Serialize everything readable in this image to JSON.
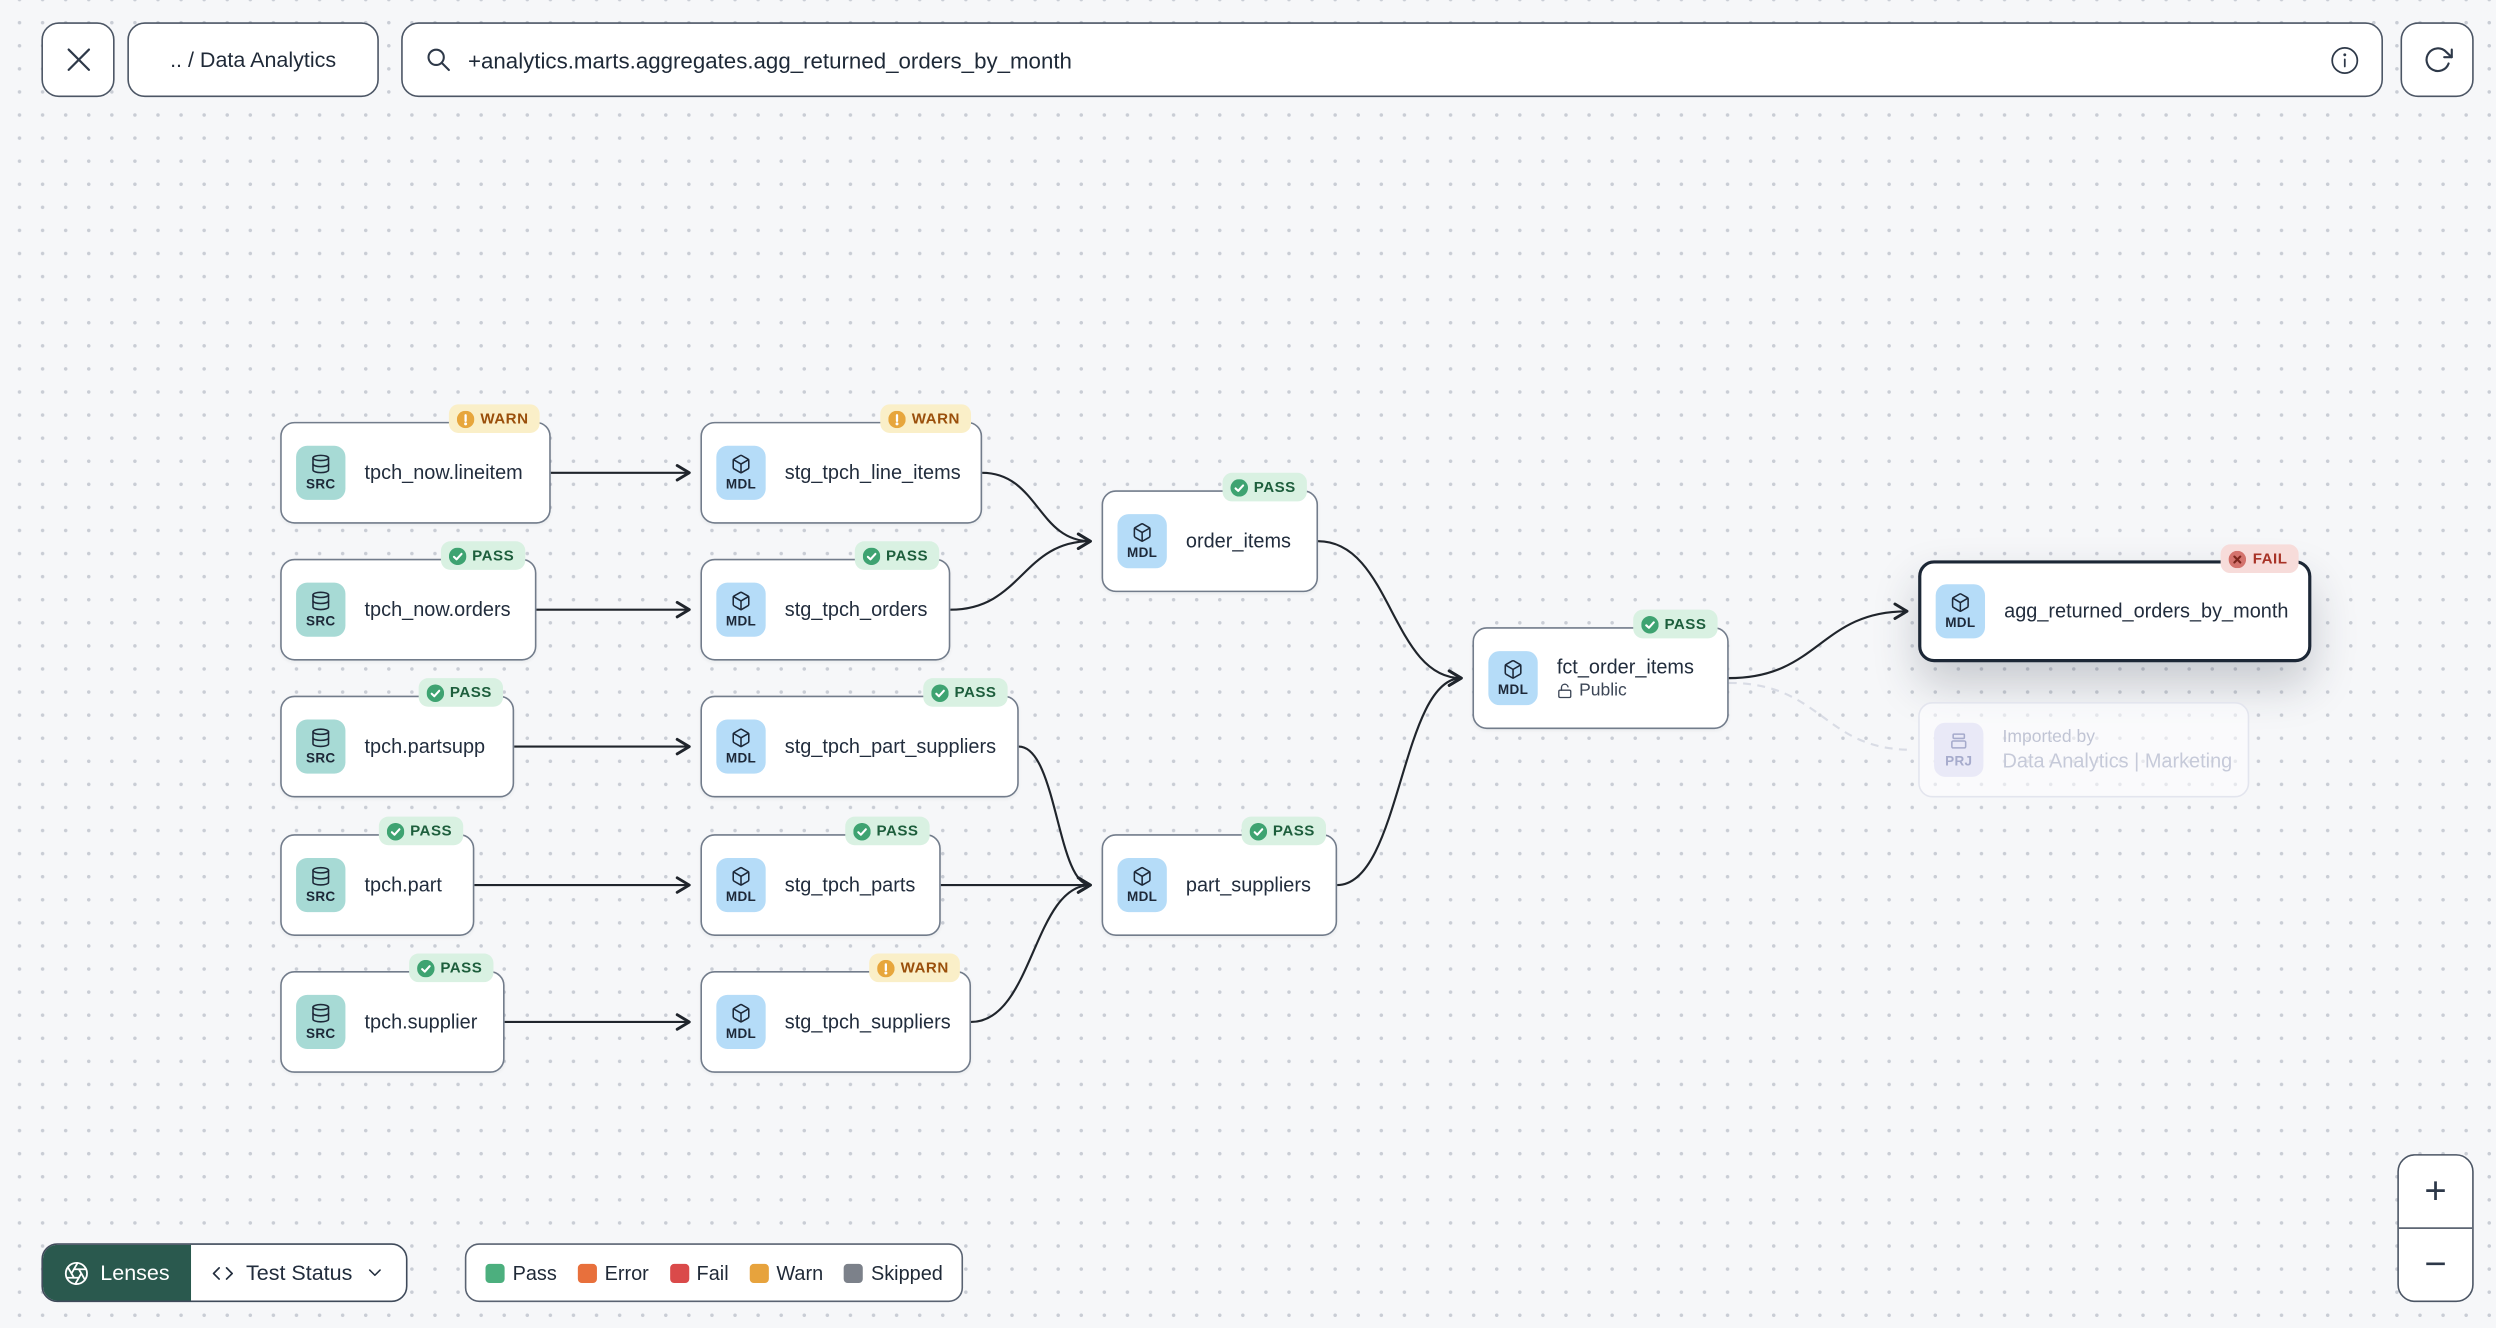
{
  "topbar": {
    "breadcrumb": ".. / Data Analytics",
    "search_value": "+analytics.marts.aggregates.agg_returned_orders_by_month"
  },
  "graph": {
    "nodes": [
      {
        "label": "tpch_now.lineitem",
        "type": "SRC",
        "status": "WARN"
      },
      {
        "label": "tpch_now.orders",
        "type": "SRC",
        "status": "PASS"
      },
      {
        "label": "tpch.partsupp",
        "type": "SRC",
        "status": "PASS"
      },
      {
        "label": "tpch.part",
        "type": "SRC",
        "status": "PASS"
      },
      {
        "label": "tpch.supplier",
        "type": "SRC",
        "status": "PASS"
      },
      {
        "label": "stg_tpch_line_items",
        "type": "MDL",
        "status": "WARN"
      },
      {
        "label": "stg_tpch_orders",
        "type": "MDL",
        "status": "PASS"
      },
      {
        "label": "stg_tpch_part_suppliers",
        "type": "MDL",
        "status": "PASS"
      },
      {
        "label": "stg_tpch_parts",
        "type": "MDL",
        "status": "PASS"
      },
      {
        "label": "stg_tpch_suppliers",
        "type": "MDL",
        "status": "WARN"
      },
      {
        "label": "order_items",
        "type": "MDL",
        "status": "PASS"
      },
      {
        "label": "part_suppliers",
        "type": "MDL",
        "status": "PASS"
      },
      {
        "label": "fct_order_items",
        "type": "MDL",
        "status": "PASS",
        "access": "Public"
      },
      {
        "label": "agg_returned_orders_by_month",
        "type": "MDL",
        "status": "FAIL",
        "selected": true
      },
      {
        "label": "Imported by",
        "sublabel": "Data Analytics | Marketing",
        "type": "PRJ",
        "ghost": true
      }
    ]
  },
  "footer": {
    "lenses_label": "Lenses",
    "lens_selected": "Test Status",
    "legend": [
      {
        "label": "Pass",
        "color": "#4caf7e"
      },
      {
        "label": "Error",
        "color": "#e8703c"
      },
      {
        "label": "Fail",
        "color": "#da4a4a"
      },
      {
        "label": "Warn",
        "color": "#e7a33d"
      },
      {
        "label": "Skipped",
        "color": "#7c818a"
      }
    ]
  },
  "zoom_controls": {
    "zoom_in": "+",
    "zoom_out": "−"
  },
  "colors": {
    "canvas_bg": "#f6f7f9",
    "edge": "#20252c",
    "lenses_bg": "#2a594e",
    "status": {
      "pass_badge_bg": "#d9f1e2",
      "pass_text": "#1d5e3c",
      "pass_dot": "#3ea371",
      "warn_badge_bg": "#faefc8",
      "warn_text": "#9a4f0b",
      "warn_dot": "#e7a63c",
      "fail_badge_bg": "#f7dcda",
      "fail_text": "#a83226",
      "fail_dot": "#d4736d"
    },
    "node_icons": {
      "src_bg": "#a7dad5",
      "mdl_bg": "#b5dcf8",
      "prj_bg": "#e9e9f7"
    }
  }
}
